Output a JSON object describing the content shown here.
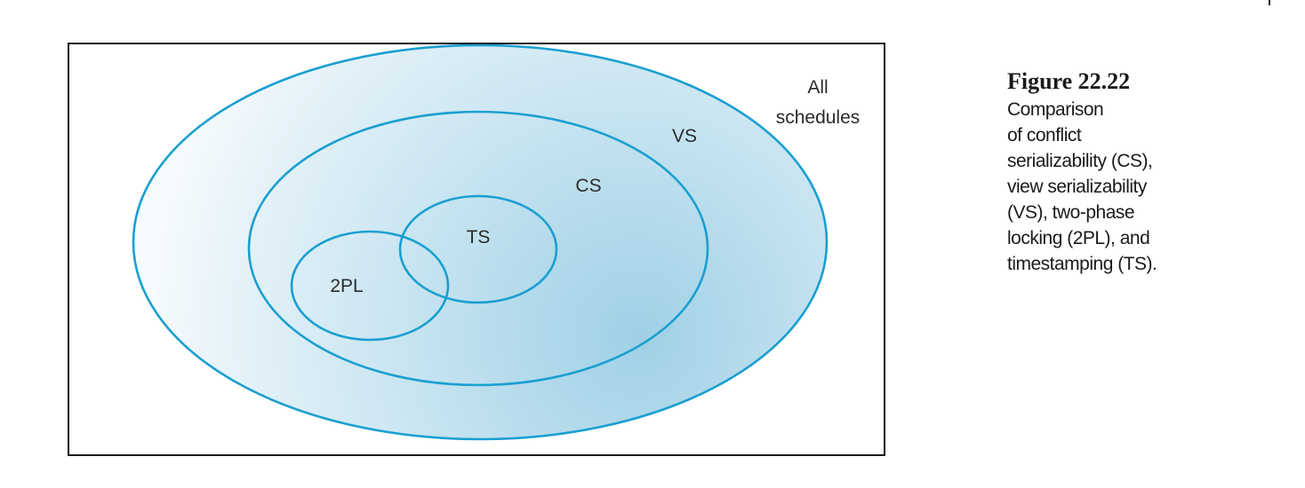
{
  "colors": {
    "outline": "#1a9fd0",
    "fill_light": "#eef6fa",
    "fill_dark": "#a9d3e6",
    "frame": "#1a1a1a",
    "text": "#2b2b2b"
  },
  "diagram": {
    "sets": {
      "all": {
        "label_line1": "All",
        "label_line2": "schedules"
      },
      "vs": {
        "label": "VS"
      },
      "cs": {
        "label": "CS"
      },
      "ts": {
        "label": "TS"
      },
      "twopl": {
        "label": "2PL"
      }
    }
  },
  "caption": {
    "title": "Figure 22.22",
    "lines": [
      "Comparison",
      "of conflict",
      "serializability (CS),",
      "view serializability",
      "(VS), two-phase",
      "locking (2PL), and",
      "timestamping (TS)."
    ]
  }
}
